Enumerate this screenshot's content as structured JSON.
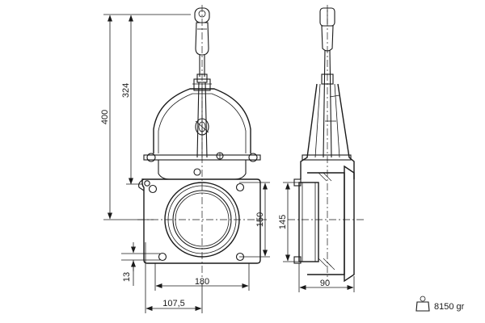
{
  "dimensions": {
    "overall_height": "400",
    "stem_height": "324",
    "flange_width": "180",
    "bore": "150",
    "half_width": "107,5",
    "bolt_offset": "13",
    "side_height": "145",
    "side_length": "90"
  },
  "weight": {
    "value": "8150 gr",
    "icon": "weight-icon"
  }
}
